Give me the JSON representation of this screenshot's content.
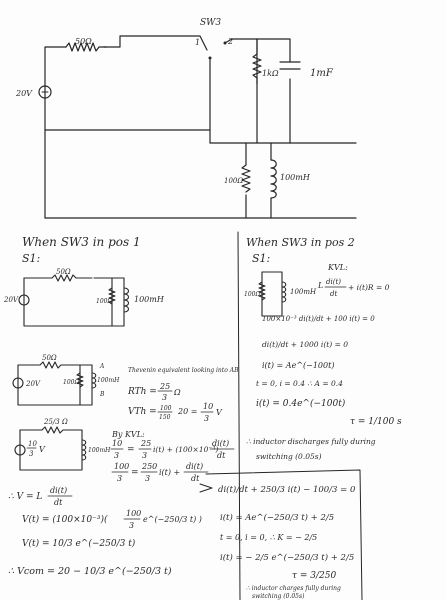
{
  "page": {
    "top_circuit": {
      "switch_label": "SW3",
      "switch_pos1": "1",
      "switch_pos2": "2",
      "r_series": "50Ω",
      "source": "20V",
      "r_top_right": "1kΩ",
      "cap": "1mF",
      "r_bottom": "100Ω",
      "inductor": "100mH"
    },
    "left": {
      "heading": "When SW3 in pos 1",
      "s1": "S1:",
      "c1": {
        "r_series": "50Ω",
        "source": "20V",
        "r_mid": "100Ω",
        "inductor": "100mH"
      },
      "c2": {
        "r_series": "50Ω",
        "source": "20V",
        "r_mid": "100Ω",
        "node_a": "A",
        "node_b": "B",
        "inductor": "100mH"
      },
      "thevenin_note": "Thevenin equivalent looking into AB",
      "rth_lhs": "RTh =",
      "rth_num": "25",
      "rth_den": "3",
      "rth_unit": "Ω",
      "vth_lhs": "VTh =",
      "vth_expr_num": "100",
      "vth_expr_den": "150",
      "vth_expr_tail": "20 =",
      "vth_res_num": "10",
      "vth_res_den": "3",
      "vth_unit": "V",
      "c3": {
        "r_series": "25/3 Ω",
        "source_num": "10",
        "source_den": "3",
        "source_unit": "V",
        "inductor": "100mH"
      },
      "kvl_label": "By KVL:",
      "eq1_lhs_num": "10",
      "eq1_lhs_den": "3",
      "eq1_eq": "=",
      "eq1_a_num": "25",
      "eq1_a_den": "3",
      "eq1_b": "i(t) + (100×10⁻³)",
      "eq1_di": "di(t)",
      "eq1_dt": "dt",
      "eq2_lhs_num": "100",
      "eq2_lhs_den": "3",
      "eq2_eq": "=",
      "eq2_a_num": "250",
      "eq2_a_den": "3",
      "eq2_b": "i(t) +",
      "eq2_di": "di(t)",
      "eq2_dt": "dt",
      "ind_v_prefix": "∴ V = L",
      "ind_v_num": "di(t)",
      "ind_v_den": "dt",
      "vt1": "V(t) = (100×10⁻³)(",
      "vt1_num": "100",
      "vt1_den": "3",
      "vt1_tail": "e^(−250/3 t) )",
      "vt2": "V(t) = 10/3 e^(−250/3 t)",
      "vcomp": "∴ Vcom = 20 − 10/3 e^(−250/3 t)"
    },
    "right": {
      "heading": "When SW3 in pos 2",
      "s1": "S1:",
      "circuit": {
        "r": "100Ω",
        "inductor": "100mH"
      },
      "kvl_label": "KVL:",
      "kvl_eq_l": "L",
      "kvl_eq_num": "di(t)",
      "kvl_eq_den": "dt",
      "kvl_eq_tail": "+ i(t)R = 0",
      "r_eq1": "100×10⁻³ di(t)/dt + 100 i(t) = 0",
      "r_eq2": "di(t)/dt + 1000 i(t) = 0",
      "r_eq3": "i(t) = Ae^(−100t)",
      "r_eq4": "t = 0, i = 0.4 ∴ A = 0.4",
      "r_eq5": "i(t) = 0.4e^(−100t)",
      "tau": "τ = 1/100 s",
      "note1": "∴ inductor discharges fully during",
      "note2": "switching (0.05s)"
    },
    "bottom_right": {
      "eq1": "di(t)/dt + 250/3 i(t) − 100/3 = 0",
      "eq2": "i(t) = Ae^(−250/3 t) + 2/5",
      "eq3": "t = 0, i = 0, ∴ K = − 2/5",
      "eq4": "i(t) = − 2/5 e^(−250/3 t) + 2/5",
      "tau": "τ = 3/250",
      "note1": "∴ inductor charges fully during",
      "note2": "switching (0.05s)"
    }
  }
}
